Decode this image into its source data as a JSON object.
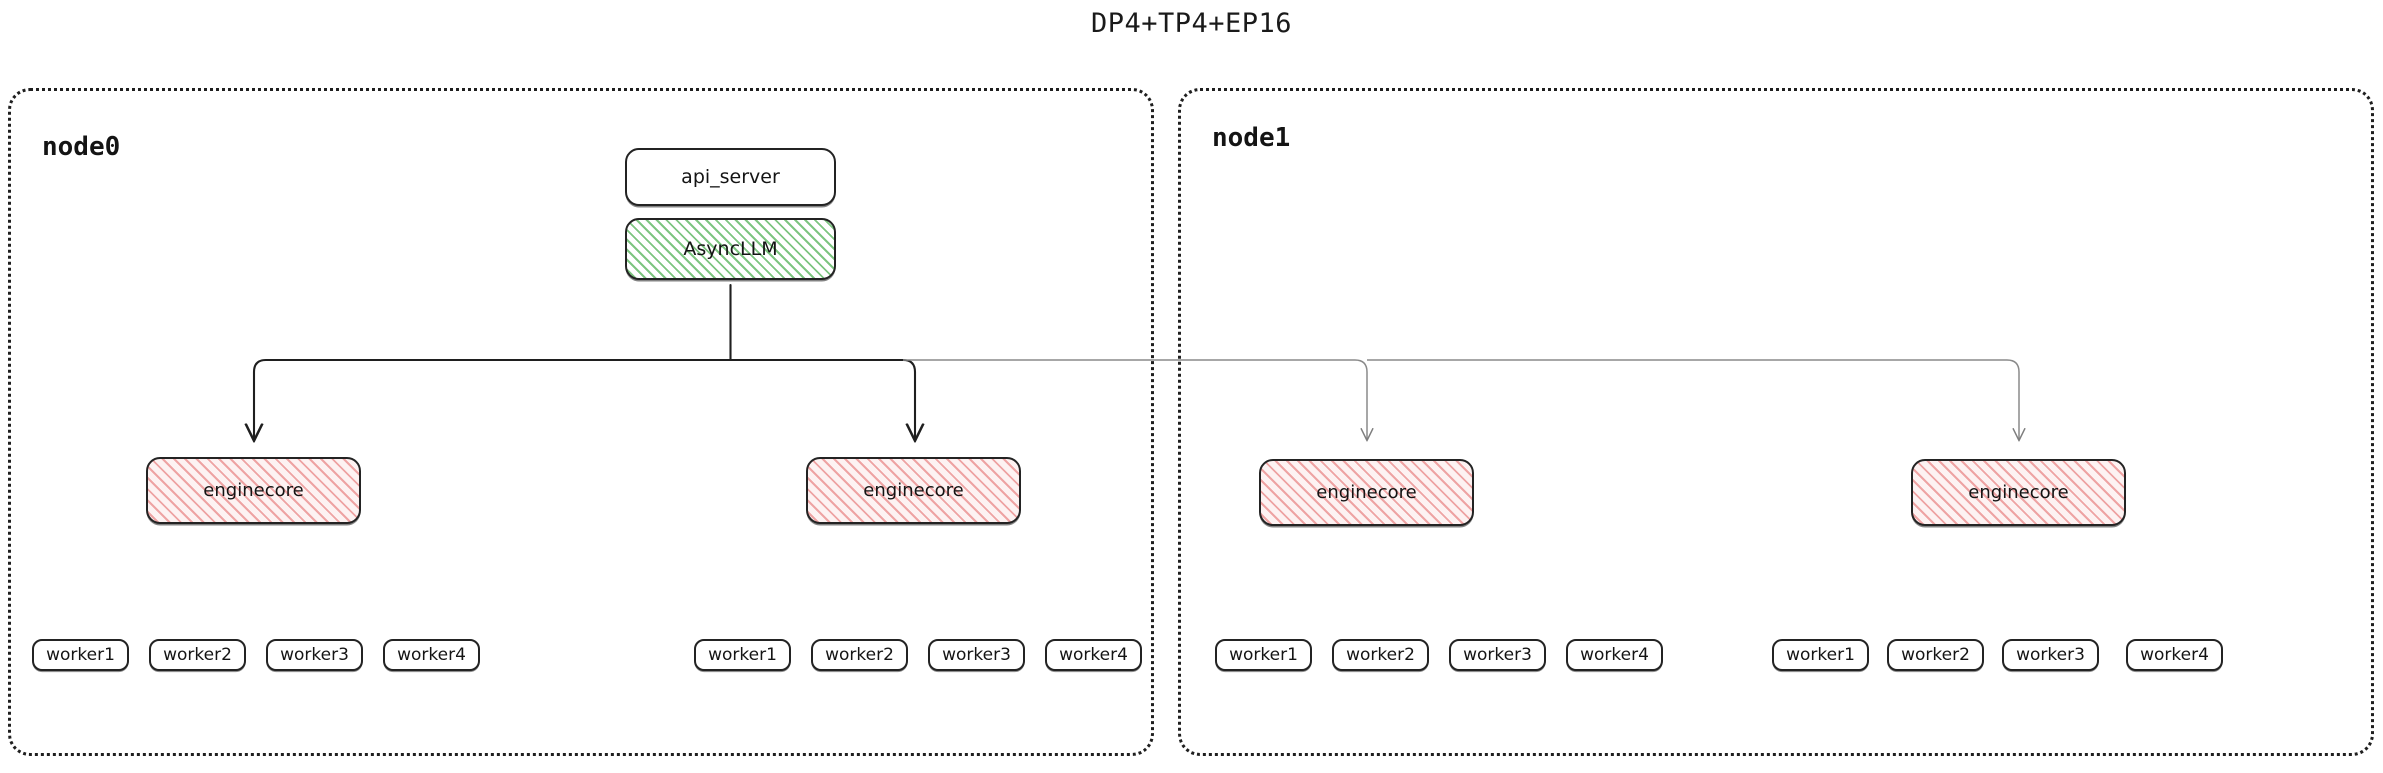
{
  "title": "DP4+TP4+EP16",
  "colors": {
    "background": "#ffffff",
    "text": "#141414",
    "node_border": "#1f1f1f",
    "shape_border": "#232323",
    "async_hatch": "#4caf50",
    "enginecore_hatch": "#e57373",
    "enginecore_fill": "#fdf2f2",
    "arrow_local": "#1f1f1f",
    "arrow_remote": "#808080"
  },
  "nodes": [
    {
      "id": "node0",
      "label": "node0",
      "api_server": {
        "label": "api_server"
      },
      "async_llm": {
        "label": "AsyncLLM"
      },
      "enginecores": [
        {
          "label": "enginecore",
          "workers": [
            {
              "label": "worker1"
            },
            {
              "label": "worker2"
            },
            {
              "label": "worker3"
            },
            {
              "label": "worker4"
            }
          ]
        },
        {
          "label": "enginecore",
          "workers": [
            {
              "label": "worker1"
            },
            {
              "label": "worker2"
            },
            {
              "label": "worker3"
            },
            {
              "label": "worker4"
            }
          ]
        }
      ]
    },
    {
      "id": "node1",
      "label": "node1",
      "enginecores": [
        {
          "label": "enginecore",
          "workers": [
            {
              "label": "worker1"
            },
            {
              "label": "worker2"
            },
            {
              "label": "worker3"
            },
            {
              "label": "worker4"
            }
          ]
        },
        {
          "label": "enginecore",
          "workers": [
            {
              "label": "worker1"
            },
            {
              "label": "worker2"
            },
            {
              "label": "worker3"
            },
            {
              "label": "worker4"
            }
          ]
        }
      ]
    }
  ]
}
